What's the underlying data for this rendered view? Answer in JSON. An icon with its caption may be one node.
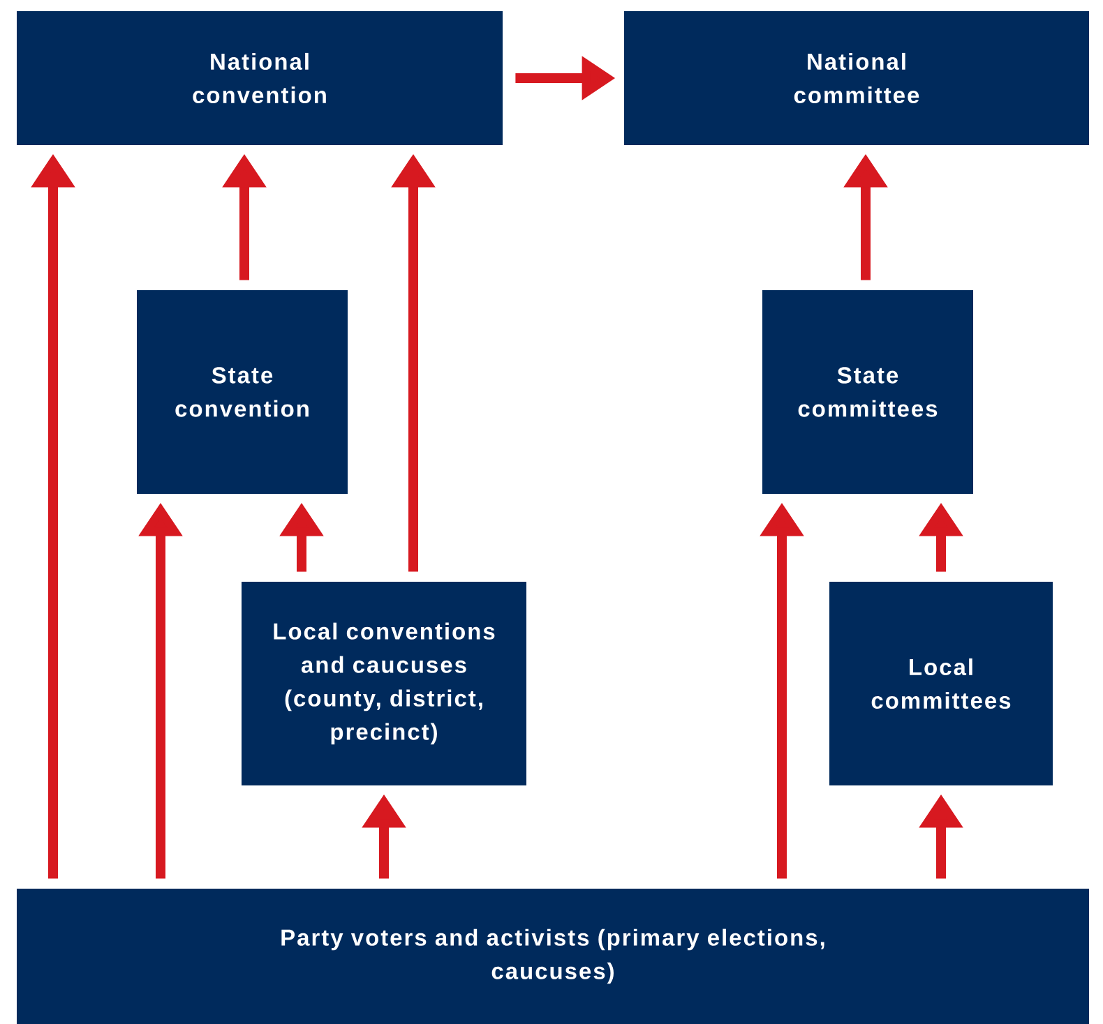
{
  "diagram": {
    "nodes": [
      {
        "text": [
          "National convention"
        ]
      },
      {
        "text": [
          "National committee"
        ]
      },
      {
        "text": [
          "State convention"
        ]
      },
      {
        "text": [
          "State committees"
        ]
      },
      {
        "text": [
          "Local conventions and caucuses (county, district, precinct)"
        ]
      },
      {
        "text": [
          "Local committees"
        ]
      },
      {
        "text": [
          "Party voters and activists (primary elections, caucuses)"
        ]
      }
    ],
    "edges": [
      {
        "from": 0,
        "to": 1,
        "arrow": "to"
      },
      {
        "from": 6,
        "to": 0,
        "arrow": "to"
      },
      {
        "from": 6,
        "to": 2,
        "arrow": "to"
      },
      {
        "from": 2,
        "to": 0,
        "arrow": "to"
      },
      {
        "from": 4,
        "to": 2,
        "arrow": "to"
      },
      {
        "from": 4,
        "to": 0,
        "arrow": "to"
      },
      {
        "from": 6,
        "to": 4,
        "arrow": "to"
      },
      {
        "from": 3,
        "to": 1,
        "arrow": "to"
      },
      {
        "from": 6,
        "to": 3,
        "arrow": "to"
      },
      {
        "from": 5,
        "to": 3,
        "arrow": "to"
      },
      {
        "from": 6,
        "to": 5,
        "arrow": "to"
      }
    ]
  }
}
